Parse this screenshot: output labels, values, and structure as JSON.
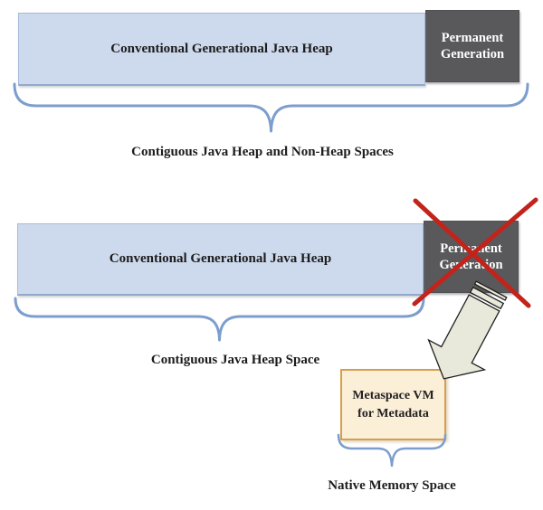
{
  "colors": {
    "bar_fill": "#cdd9ec",
    "bar_border": "#a9bad8",
    "permgen_fill": "#59595b",
    "permgen_text": "#ffffff",
    "brace": "#7d9ecd",
    "cross": "#c2231b",
    "arrow_fill": "#e8e9da",
    "metaspace_fill": "#fcefd8",
    "metaspace_border": "#d5a04c",
    "label_text": "#1c1c1c"
  },
  "diagram_before": {
    "heap_box": "Conventional Generational Java Heap",
    "permgen_box": "Permanent Generation",
    "brace_caption": "Contiguous Java Heap and Non-Heap Spaces"
  },
  "diagram_after": {
    "heap_box": "Conventional Generational Java Heap",
    "permgen_box": "Permanent Generation",
    "brace_caption": "Contiguous Java Heap Space",
    "metaspace_box": "Metaspace VM for Metadata",
    "native_caption": "Native Memory Space"
  }
}
